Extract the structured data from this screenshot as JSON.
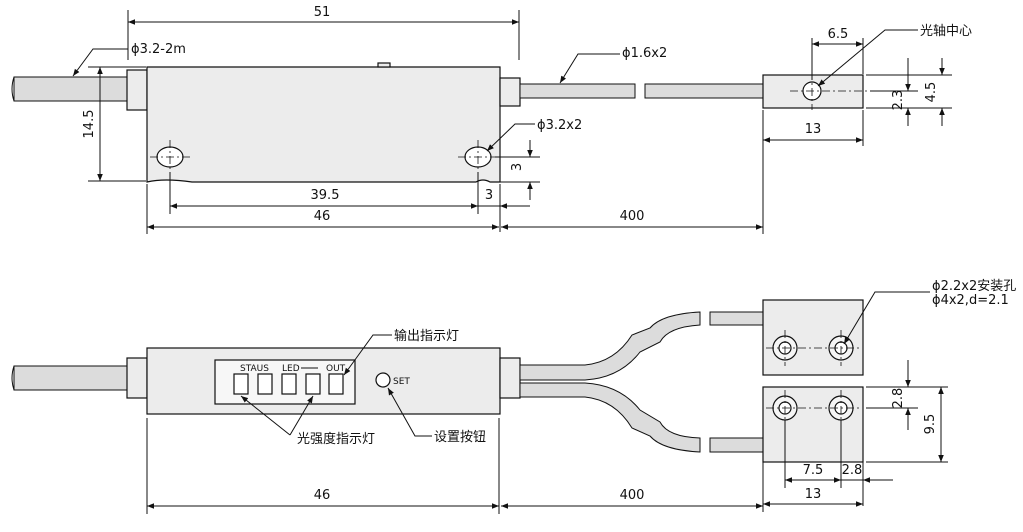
{
  "top_view": {
    "dims": {
      "overall_length": "51",
      "cable_main": "ϕ3.2-2m",
      "cable_fiber": "ϕ1.6x2",
      "height": "14.5",
      "mount_holes": "ϕ3.2x2",
      "hole_offset_v": "3",
      "hole_spacing": "39.5",
      "hole_offset_h": "3",
      "body_length": "46",
      "fiber_length": "400"
    },
    "head": {
      "center_label": "光轴中心",
      "offset": "6.5",
      "width": "13",
      "height": "4.5",
      "axis_height": "2.3"
    }
  },
  "front_view": {
    "panel": {
      "staus": "STAUS",
      "led": "LED",
      "out": "OUT",
      "set": "SET"
    },
    "callouts": {
      "output_led": "输出指示灯",
      "light_level": "光强度指示灯",
      "set_button": "设置按钮"
    },
    "dims": {
      "body_length": "46",
      "fiber_length": "400"
    },
    "heads": {
      "holes_line1": "ϕ2.2x2安装孔",
      "holes_line2": "ϕ4x2,d=2.1",
      "dim_28_v": "2.8",
      "dim_95": "9.5",
      "dim_75": "7.5",
      "dim_28_h": "2.8",
      "width": "13"
    }
  }
}
